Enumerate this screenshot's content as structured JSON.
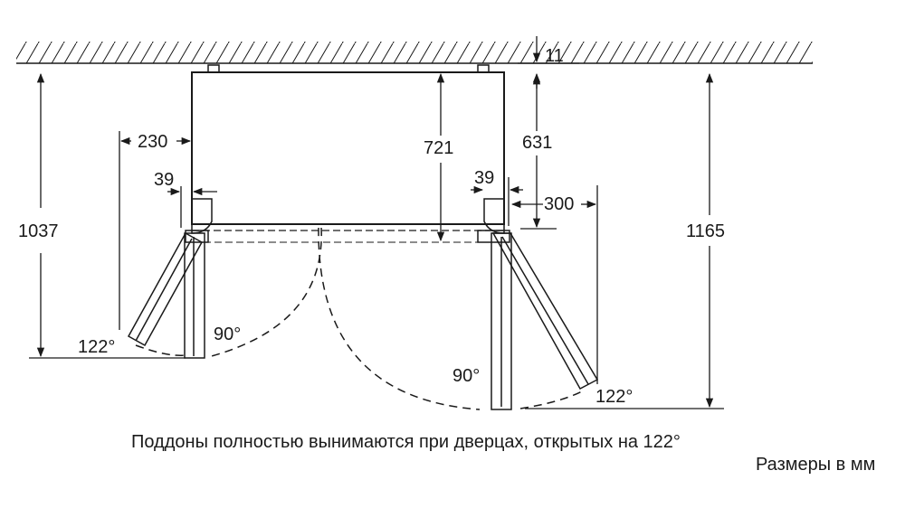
{
  "labels": {
    "wall_clearance": "11",
    "cabinet_depth_1037": "1037",
    "left_door_offset_230": "230",
    "left_hinge_39": "39",
    "cabinet_depth_721": "721",
    "right_clearance_631": "631",
    "right_hinge_39": "39",
    "right_door_offset_300": "300",
    "overall_depth_1165": "1165",
    "left_angle_122": "122°",
    "left_angle_90": "90°",
    "right_angle_90": "90°",
    "right_angle_122": "122°"
  },
  "caption": {
    "main": "Поддоны полностью вынимаются при дверцах, открытых на 122°",
    "units": "Размеры в мм"
  },
  "colors": {
    "line": "#1a1a1a",
    "background": "#ffffff"
  }
}
